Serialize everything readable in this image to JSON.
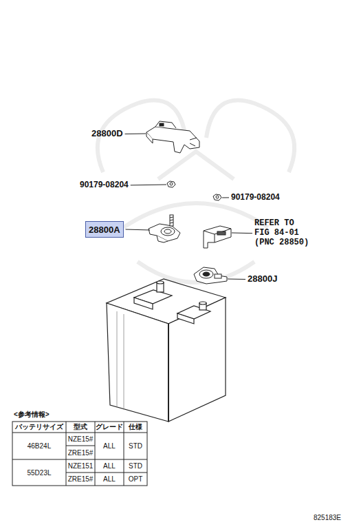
{
  "diagram": {
    "nodes": [
      {
        "text": [
          "28800A"
        ]
      }
    ],
    "labels": [
      "28800D",
      "90179-08204",
      "90179-08204",
      "REFER TO FIG 84-01 (PNC 28850)",
      "28800J",
      "<参考情報>",
      "バッテリサイズ",
      "型式",
      "グレード",
      "仕様",
      "46B24L",
      "NZE15#",
      "ALL",
      "STD",
      "ZRE15#",
      "55D23L",
      "NZE151",
      "ALL",
      "STD",
      "ZRE15#",
      "ALL",
      "OPT",
      "825183E"
    ]
  }
}
